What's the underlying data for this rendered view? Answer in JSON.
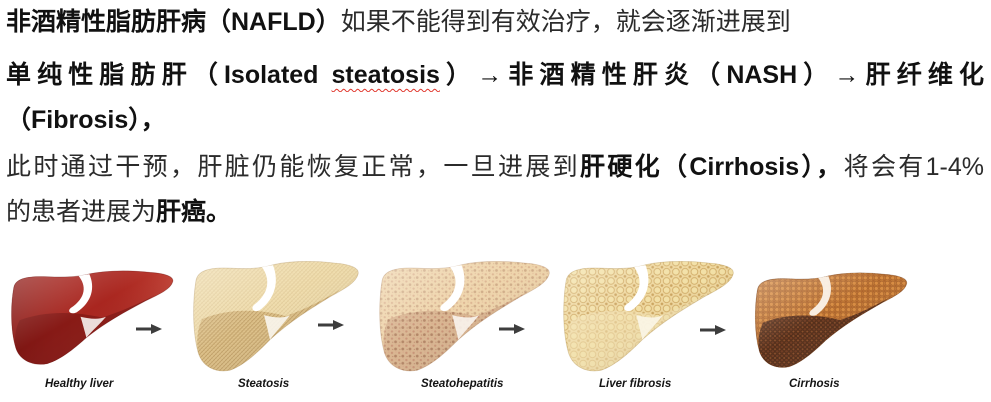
{
  "text": {
    "line1": {
      "bold": "非酒精性脂肪肝病（NAFLD）",
      "normal": "如果不能得到有效治疗，就会逐渐进展到"
    },
    "line2": {
      "before_flagged": "单纯性脂肪肝（Isolated ",
      "flagged_word": "steatosis",
      "after_flagged": "）→非酒精性肝炎（NASH）→肝纤维化"
    },
    "line3": "（Fibrosis），",
    "line4": {
      "normal": "此时通过干预，肝脏仍能恢复正常，一旦进展到",
      "bold": "肝硬化（Cirrhosis），",
      "tail": "将会有1-4%"
    },
    "line5": {
      "normal": "的患者进展为",
      "bold": "肝癌。"
    }
  },
  "figure": {
    "stages": [
      {
        "label": "Healthy liver",
        "color": "#a51d16"
      },
      {
        "label": "Steatosis",
        "color": "#efdcab"
      },
      {
        "label": "Steatohepatitis",
        "color": "#eed3a8"
      },
      {
        "label": "Liver fibrosis",
        "color": "#eed69b"
      },
      {
        "label": "Cirrhosis",
        "color": "#c4772f"
      }
    ],
    "connector_icon": "arrow-right-icon",
    "connector_color": "#3d3d3d"
  }
}
